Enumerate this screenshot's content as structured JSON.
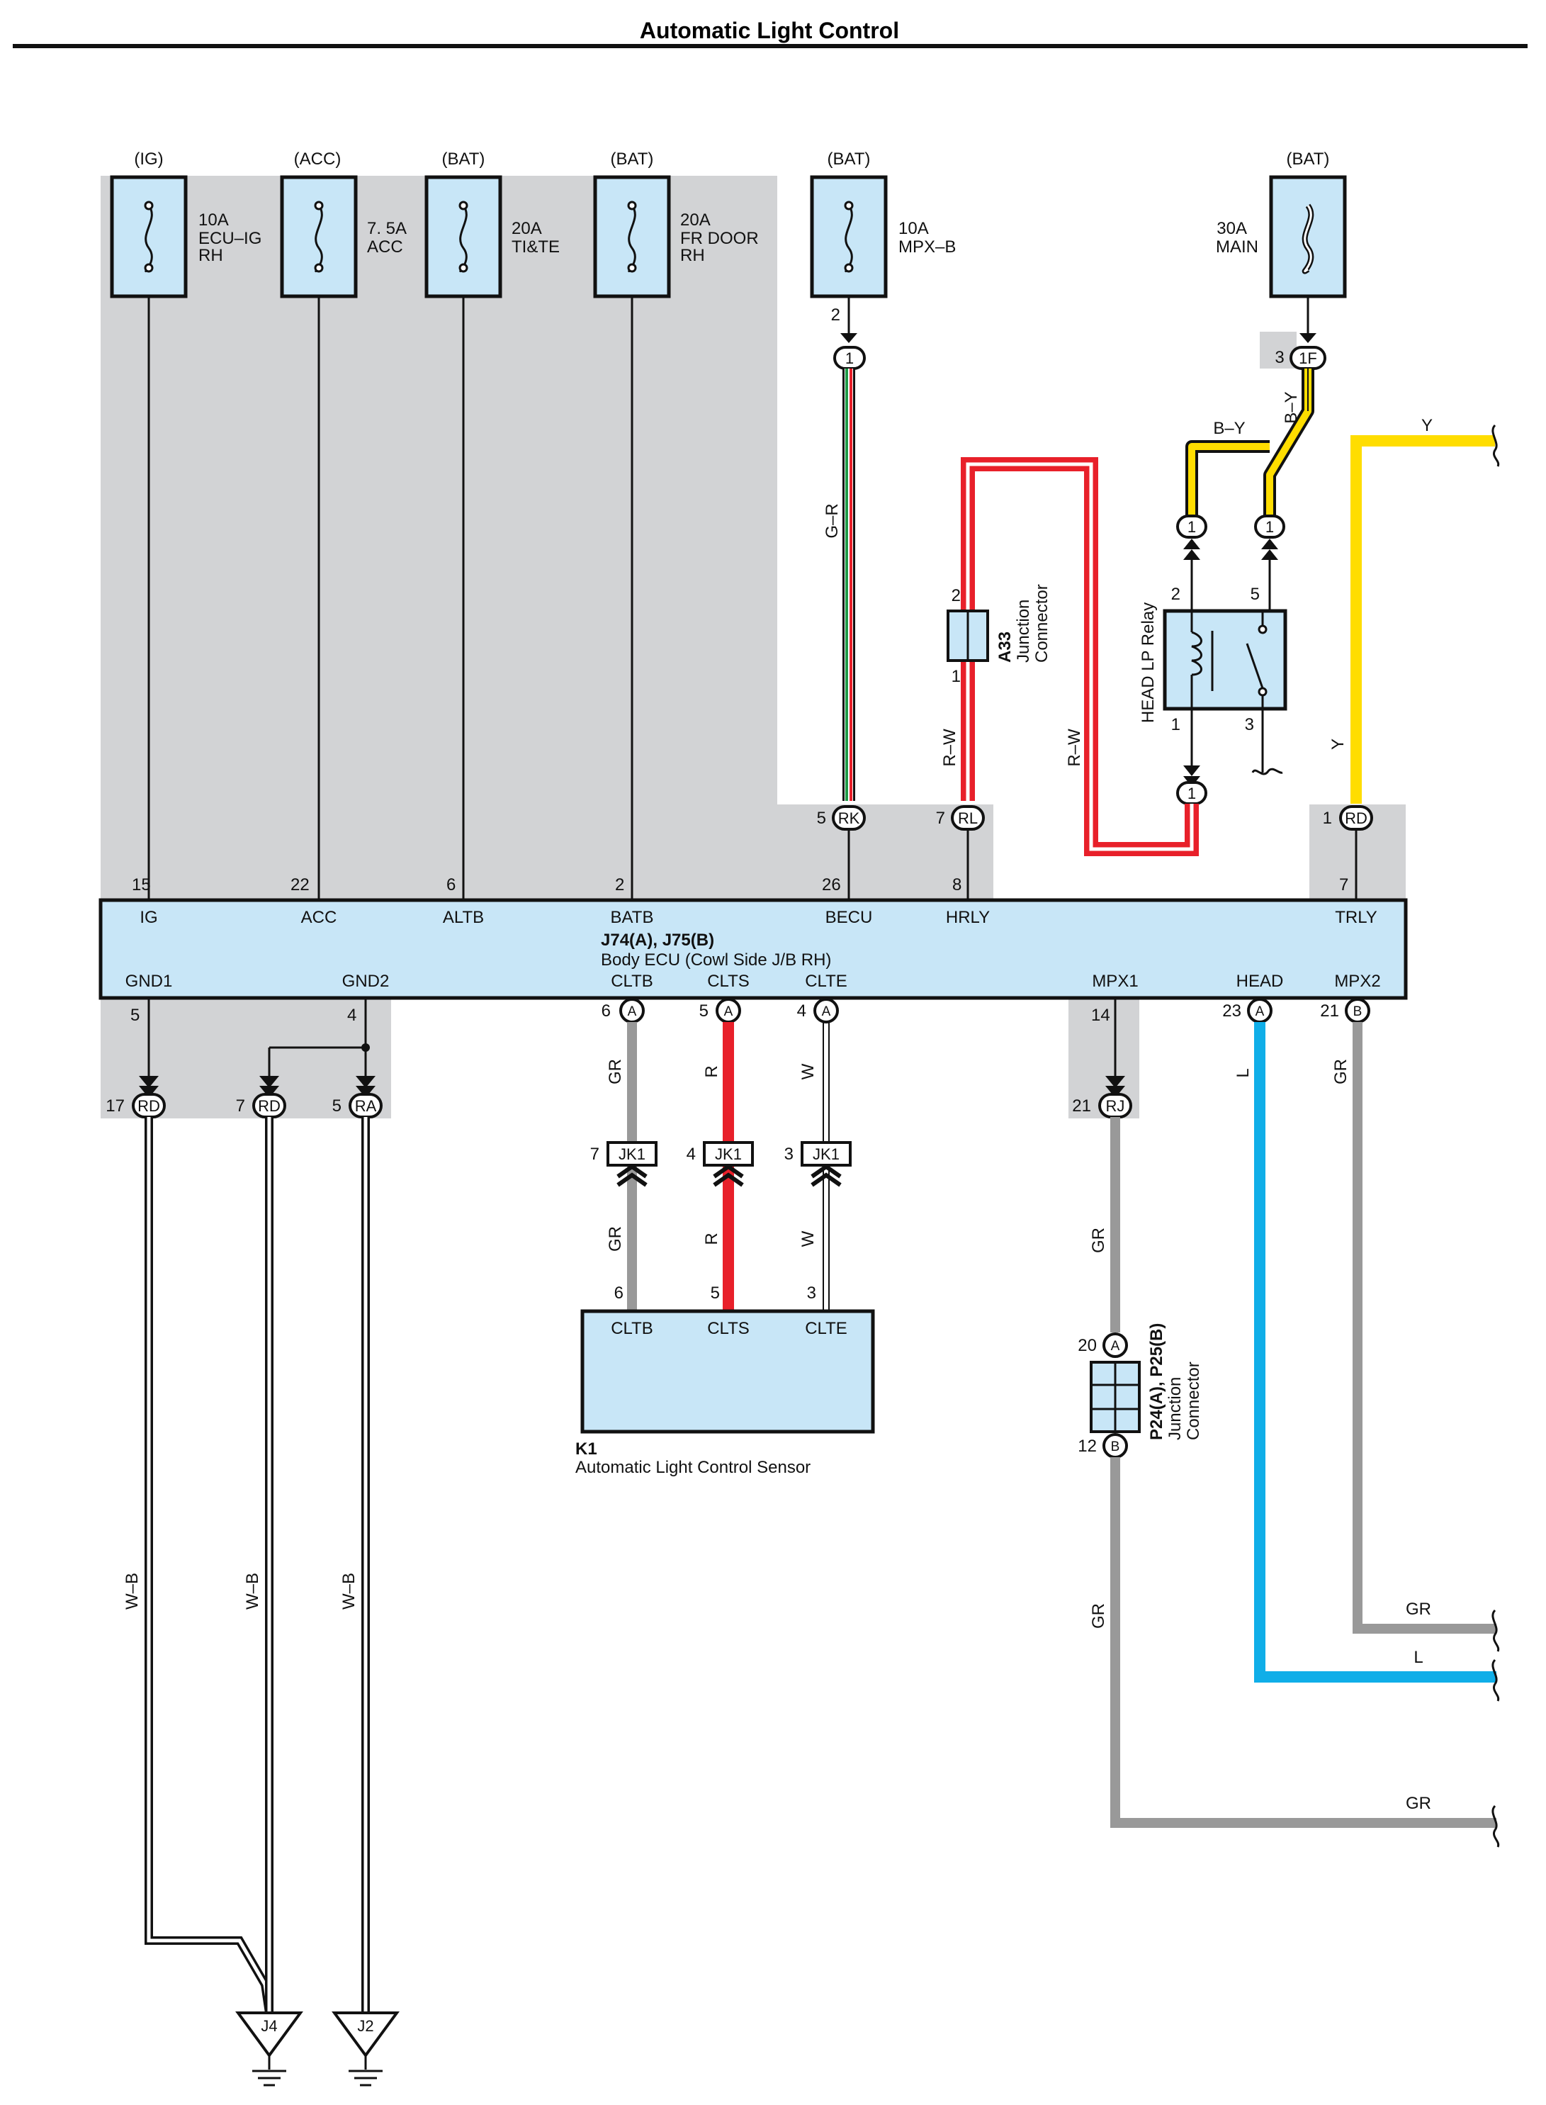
{
  "title": "Automatic Light Control",
  "fuses": [
    {
      "supply": "(IG)",
      "rating": "10A",
      "name": "ECU–IG",
      "name2": "RH"
    },
    {
      "supply": "(ACC)",
      "rating": "7. 5A",
      "name": "ACC",
      "name2": ""
    },
    {
      "supply": "(BAT)",
      "rating": "20A",
      "name": "TI&TE",
      "name2": ""
    },
    {
      "supply": "(BAT)",
      "rating": "20A",
      "name": "FR DOOR",
      "name2": "RH"
    },
    {
      "supply": "(BAT)",
      "rating": "10A",
      "name": "MPX–B",
      "name2": ""
    },
    {
      "supply": "(BAT)",
      "rating": "30A",
      "name": "MAIN",
      "name2": ""
    }
  ],
  "ecu": {
    "id": "J74(A), J75(B)",
    "name": "Body ECU (Cowl Side J/B RH)",
    "top_terminals": [
      {
        "pin": "15",
        "name": "IG"
      },
      {
        "pin": "22",
        "name": "ACC"
      },
      {
        "pin": "6",
        "name": "ALTB"
      },
      {
        "pin": "2",
        "name": "BATB"
      },
      {
        "pin": "26",
        "name": "BECU"
      },
      {
        "pin": "8",
        "name": "HRLY"
      },
      {
        "pin": "7",
        "name": "TRLY"
      }
    ],
    "bottom_terminals": [
      {
        "pin": "5",
        "name": "GND1",
        "conn": ""
      },
      {
        "pin": "4",
        "name": "GND2",
        "conn": ""
      },
      {
        "pin": "6",
        "name": "CLTB",
        "conn": "A"
      },
      {
        "pin": "5",
        "name": "CLTS",
        "conn": "A"
      },
      {
        "pin": "4",
        "name": "CLTE",
        "conn": "A"
      },
      {
        "pin": "14",
        "name": "MPX1",
        "conn": ""
      },
      {
        "pin": "23",
        "name": "HEAD",
        "conn": "A"
      },
      {
        "pin": "21",
        "name": "MPX2",
        "conn": "B"
      }
    ]
  },
  "junction_pins": {
    "mpxb_pin": "2",
    "mpxb_conn": "1",
    "main_pin": "3",
    "main_conn": "1F",
    "rk_pin": "5",
    "rk": "RK",
    "rl_pin": "7",
    "rl": "RL",
    "rd_pin": "1",
    "rd": "RD",
    "g1_pin": "17",
    "g1": "RD",
    "g2_pin": "7",
    "g2": "RD",
    "g3_pin": "5",
    "g3": "RA",
    "rj_pin": "21",
    "rj": "RJ",
    "jk1": "JK1",
    "jk1_pins": [
      "7",
      "4",
      "3"
    ],
    "relay_conn": "1"
  },
  "connector_a33": {
    "id": "A33",
    "l1": "Junction",
    "l2": "Connector",
    "pin_top": "2",
    "pin_bottom": "1"
  },
  "relay": {
    "name": "HEAD LP Relay",
    "pins": [
      "2",
      "5",
      "1",
      "3"
    ]
  },
  "sensor": {
    "id": "K1",
    "name": "Automatic Light Control Sensor",
    "terminals": [
      {
        "pin": "6",
        "name": "CLTB"
      },
      {
        "pin": "5",
        "name": "CLTS"
      },
      {
        "pin": "3",
        "name": "CLTE"
      }
    ]
  },
  "connector_p24": {
    "id": "P24(A), P25(B)",
    "l1": "Junction",
    "l2": "Connector",
    "pin_top": "20",
    "conn_top": "A",
    "pin_bottom": "12",
    "conn_bottom": "B"
  },
  "wire_colors": {
    "gr_label": "G–R",
    "rw_label": "R–W",
    "by_label": "B–Y",
    "y_label": "Y",
    "gray_label": "GR",
    "red_label": "R",
    "white_label": "W",
    "blue_label": "L",
    "wb_label": "W–B"
  },
  "grounds": [
    "J4",
    "J2"
  ],
  "colors": {
    "box": "#c8e6f7",
    "shade": "#d2d3d5",
    "yellow": "#ffdd00",
    "red": "#e8202a",
    "blue": "#10aee8",
    "gray": "#999999",
    "green": "#1e9a46",
    "bk": "#111111"
  }
}
